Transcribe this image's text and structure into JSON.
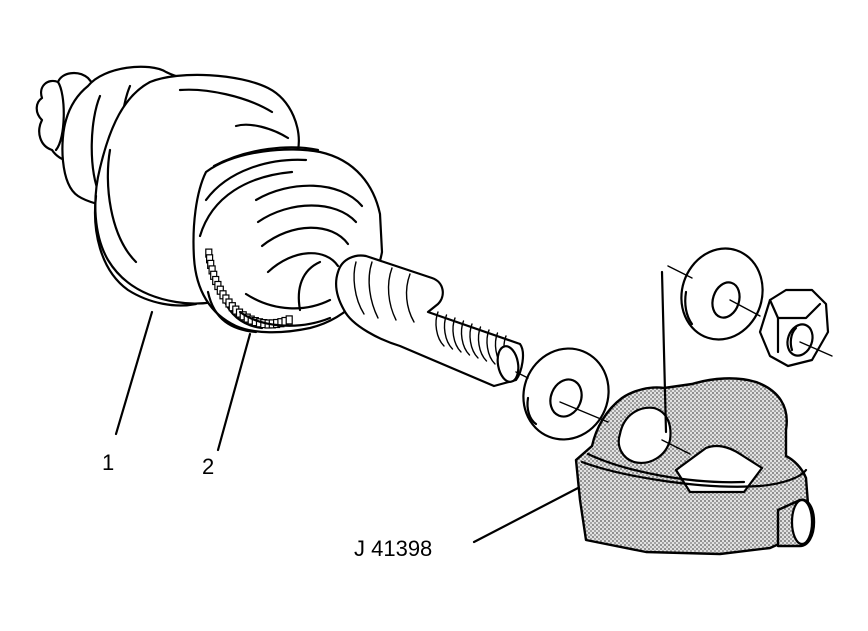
{
  "labels": {
    "part_1": "1",
    "part_2": "2",
    "tool": "J 41398"
  },
  "colors": {
    "line": "#000000",
    "background": "#ffffff",
    "tool_shading": "#c8c8c8"
  }
}
